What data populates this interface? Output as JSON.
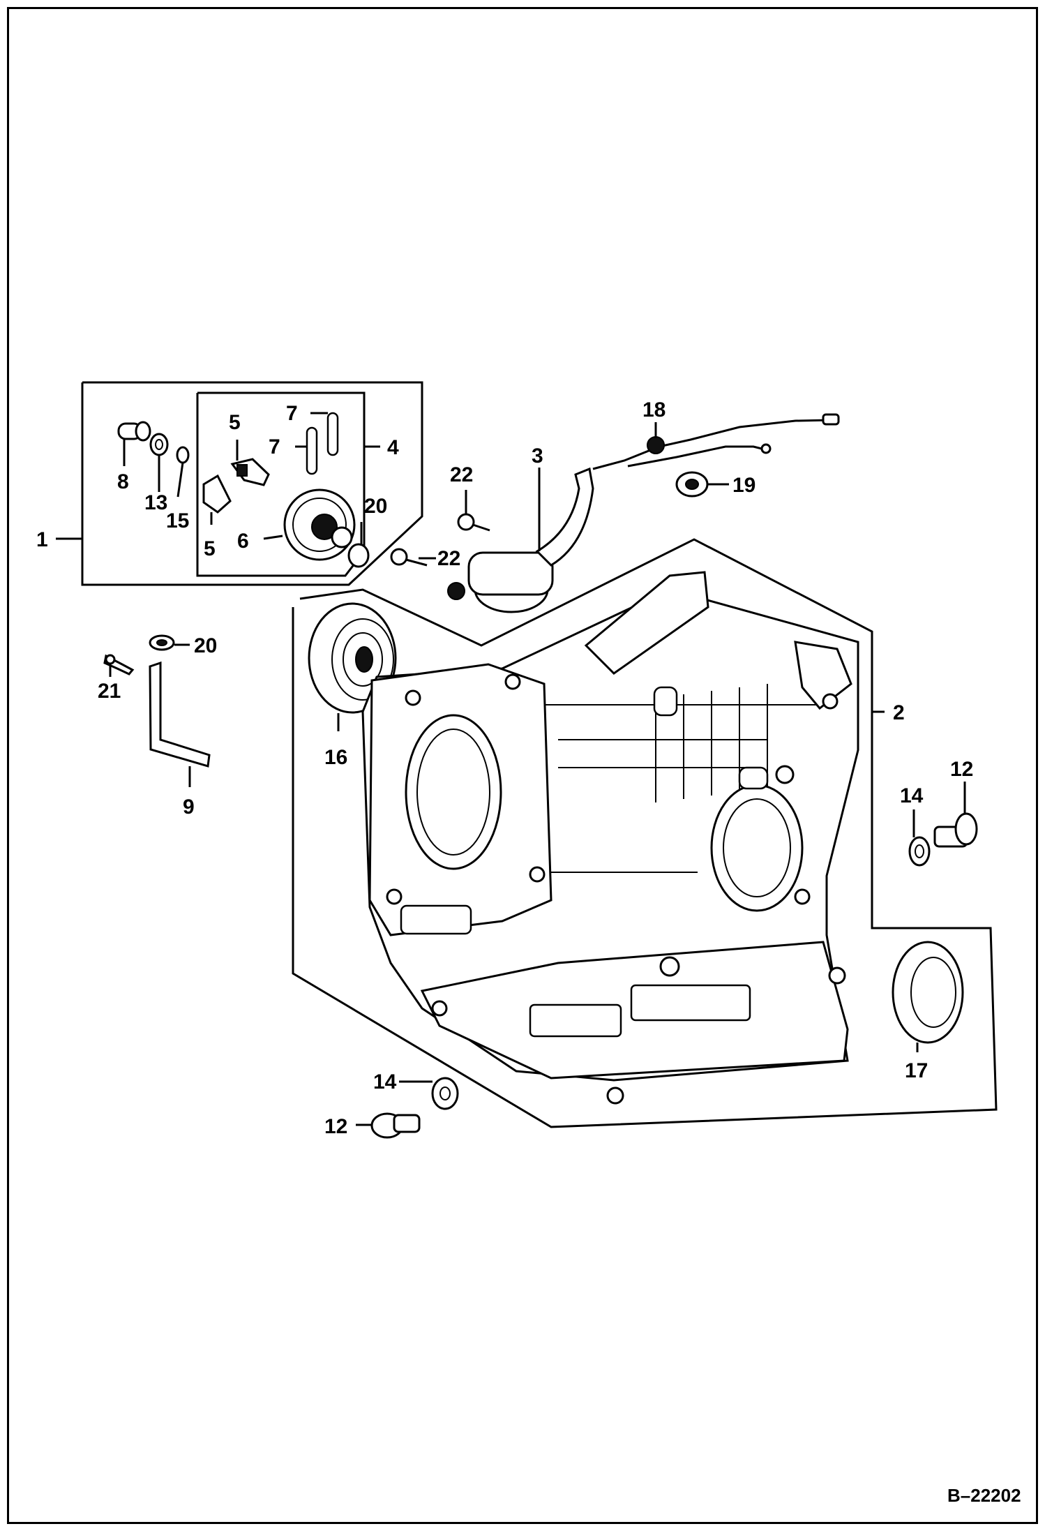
{
  "diagram": {
    "callouts": {
      "c1": "1",
      "c2": "2",
      "c3": "3",
      "c4": "4",
      "c5a": "5",
      "c5b": "5",
      "c6": "6",
      "c7a": "7",
      "c7b": "7",
      "c8": "8",
      "c9": "9",
      "c12a": "12",
      "c12b": "12",
      "c13": "13",
      "c14a": "14",
      "c14b": "14",
      "c15": "15",
      "c16": "16",
      "c17": "17",
      "c18": "18",
      "c19": "19",
      "c20a": "20",
      "c20b": "20",
      "c21": "21",
      "c22a": "22",
      "c22b": "22"
    },
    "reference_code": "B–22202"
  }
}
